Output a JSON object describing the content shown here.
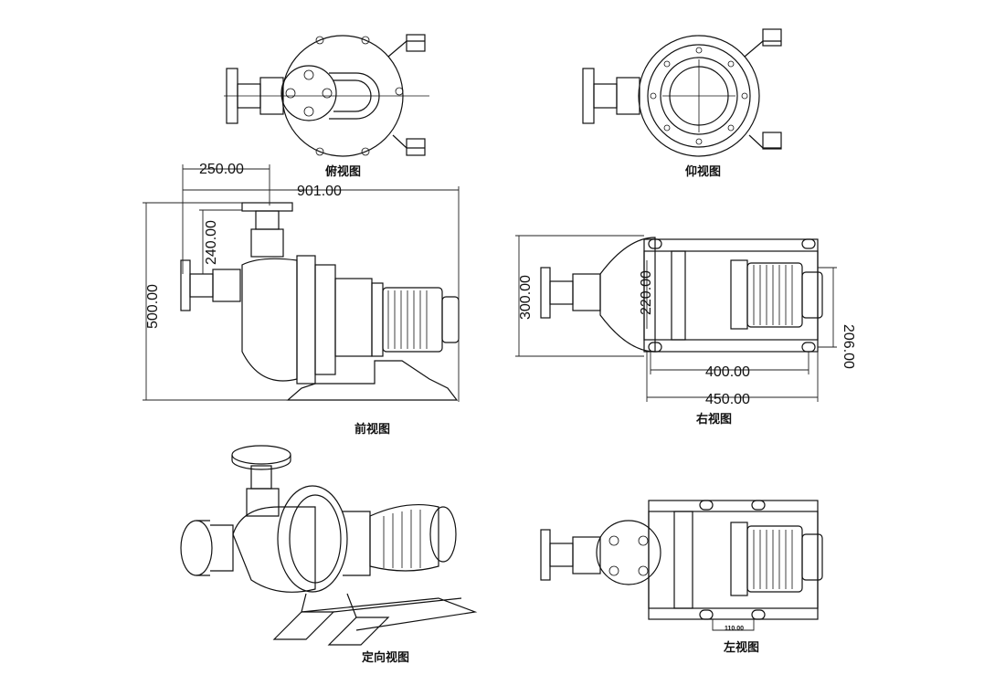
{
  "views": {
    "top": "俯视图",
    "bottom": "仰视图",
    "front": "前视图",
    "right": "右视图",
    "iso": "定向视图",
    "left": "左视图"
  },
  "dimensions": {
    "front_inlet_offset": "250.00",
    "front_total_length": "901.00",
    "front_outlet_height": "240.00",
    "front_total_height": "500.00",
    "right_flange_height": "300.00",
    "right_body_height": "220.00",
    "right_base_width": "206.00",
    "right_bolt_spacing": "400.00",
    "right_base_length": "450.00",
    "left_bolt_spacing": "110.00"
  }
}
